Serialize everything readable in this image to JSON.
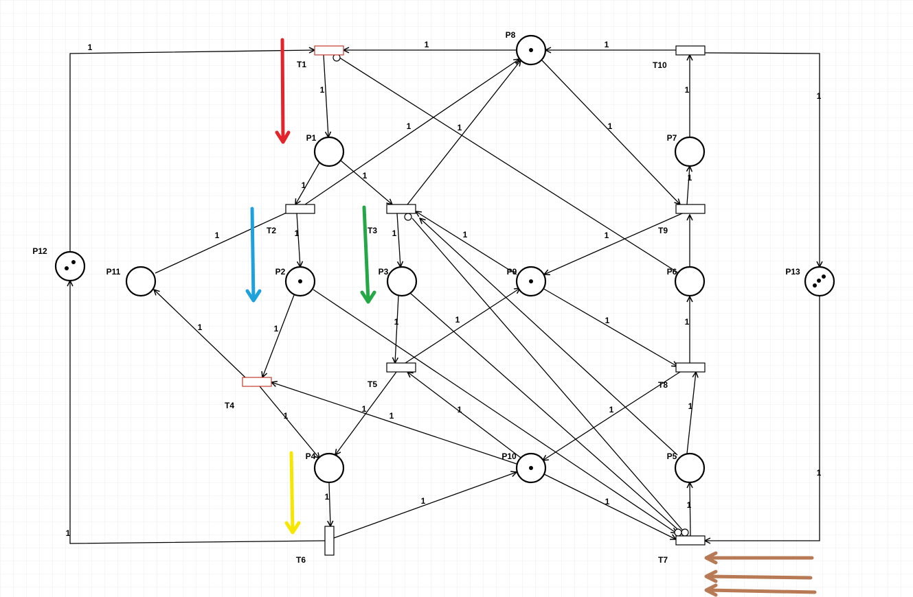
{
  "places": [
    {
      "id": "P1",
      "label": "P1",
      "tokens": 0
    },
    {
      "id": "P2",
      "label": "P2",
      "tokens": 1
    },
    {
      "id": "P3",
      "label": "P3",
      "tokens": 0
    },
    {
      "id": "P4",
      "label": "P4",
      "tokens": 0
    },
    {
      "id": "P5",
      "label": "P5",
      "tokens": 0
    },
    {
      "id": "P6",
      "label": "P6",
      "tokens": 0
    },
    {
      "id": "P7",
      "label": "P7",
      "tokens": 0
    },
    {
      "id": "P8",
      "label": "P8",
      "tokens": 1
    },
    {
      "id": "P9",
      "label": "P9",
      "tokens": 1
    },
    {
      "id": "P10",
      "label": "P10",
      "tokens": 1
    },
    {
      "id": "P11",
      "label": "P11",
      "tokens": 0
    },
    {
      "id": "P12",
      "label": "P12",
      "tokens": 2
    },
    {
      "id": "P13",
      "label": "P13",
      "tokens": 3
    }
  ],
  "transitions": [
    {
      "id": "T1",
      "label": "T1",
      "enabled": true
    },
    {
      "id": "T2",
      "label": "T2",
      "enabled": false
    },
    {
      "id": "T3",
      "label": "T3",
      "enabled": false
    },
    {
      "id": "T4",
      "label": "T4",
      "enabled": true
    },
    {
      "id": "T5",
      "label": "T5",
      "enabled": false
    },
    {
      "id": "T6",
      "label": "T6",
      "enabled": false
    },
    {
      "id": "T7",
      "label": "T7",
      "enabled": false
    },
    {
      "id": "T8",
      "label": "T8",
      "enabled": false
    },
    {
      "id": "T9",
      "label": "T9",
      "enabled": false
    },
    {
      "id": "T10",
      "label": "T10",
      "enabled": false
    }
  ],
  "arcs": [
    {
      "from": "P12",
      "to": "T1",
      "weight": "1"
    },
    {
      "from": "P8",
      "to": "T1",
      "weight": "1"
    },
    {
      "from": "T10",
      "to": "P8",
      "weight": "1"
    },
    {
      "from": "T10",
      "to": "P13",
      "weight": "1"
    },
    {
      "from": "T1",
      "to": "P1",
      "weight": "1"
    },
    {
      "from": "P1",
      "to": "T2",
      "weight": "1"
    },
    {
      "from": "P1",
      "to": "T3",
      "weight": "1"
    },
    {
      "from": "T2",
      "to": "P8",
      "weight": "1"
    },
    {
      "from": "T3",
      "to": "P8",
      "weight": "1"
    },
    {
      "from": "P8",
      "to": "T9",
      "weight": "1"
    },
    {
      "from": "P7",
      "to": "T10",
      "weight": "1"
    },
    {
      "from": "T9",
      "to": "P7",
      "weight": "1"
    },
    {
      "from": "P11",
      "to": "T2",
      "weight": "1"
    },
    {
      "from": "T2",
      "to": "P2",
      "weight": "1"
    },
    {
      "from": "T3",
      "to": "P3",
      "weight": "1"
    },
    {
      "from": "P9",
      "to": "T3",
      "weight": "1"
    },
    {
      "from": "T9",
      "to": "P9",
      "weight": "1"
    },
    {
      "from": "P6",
      "to": "T9",
      "weight": ""
    },
    {
      "from": "P6",
      "to": "T1",
      "weight": "",
      "inhibitor": true
    },
    {
      "from": "T4",
      "to": "P11",
      "weight": "1"
    },
    {
      "from": "P2",
      "to": "T4",
      "weight": "1"
    },
    {
      "from": "P3",
      "to": "T5",
      "weight": "1"
    },
    {
      "from": "T5",
      "to": "P9",
      "weight": "1"
    },
    {
      "from": "P9",
      "to": "T8",
      "weight": "1"
    },
    {
      "from": "T8",
      "to": "P6",
      "weight": "1"
    },
    {
      "from": "T4",
      "to": "P4",
      "weight": "1"
    },
    {
      "from": "T5",
      "to": "P4",
      "weight": ""
    },
    {
      "from": "P10",
      "to": "T4",
      "weight": "1"
    },
    {
      "from": "P10",
      "to": "T5",
      "weight": "1"
    },
    {
      "from": "T8",
      "to": "P10",
      "weight": "1"
    },
    {
      "from": "P5",
      "to": "T8",
      "weight": "1"
    },
    {
      "from": "P4",
      "to": "T6",
      "weight": "1"
    },
    {
      "from": "T6",
      "to": "P10",
      "weight": "1"
    },
    {
      "from": "T6",
      "to": "P12",
      "weight": "1"
    },
    {
      "from": "P10",
      "to": "T7",
      "weight": "1"
    },
    {
      "from": "T7",
      "to": "P5",
      "weight": "1"
    },
    {
      "from": "P13",
      "to": "T7",
      "weight": "1"
    },
    {
      "from": "P2",
      "to": "T7",
      "weight": "1"
    },
    {
      "from": "P3",
      "to": "T7",
      "weight": "",
      "inhibitor": true
    },
    {
      "from": "T3",
      "to": "T7",
      "weight": "",
      "inhibitor": true
    },
    {
      "from": "P5",
      "to": "T3",
      "weight": "1"
    }
  ],
  "colors": {
    "red": "#e3242b",
    "blue": "#1fa1dd",
    "green": "#23a845",
    "yellow": "#f6e600",
    "brown": "#b87a55",
    "grid": "#ececec"
  }
}
